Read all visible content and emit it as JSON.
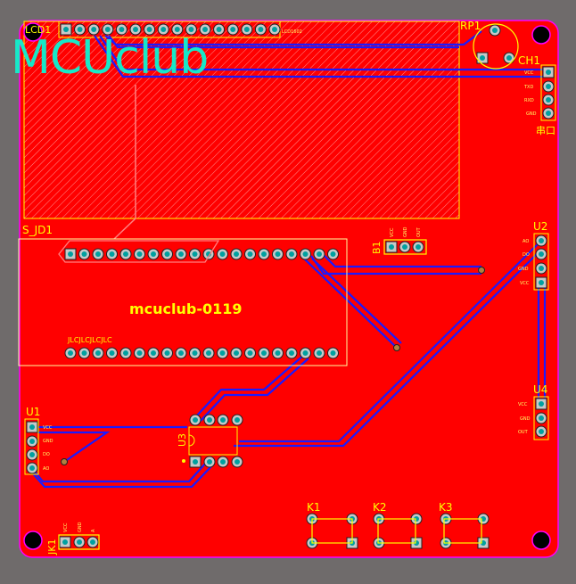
{
  "logo": "MCUclub",
  "board_title": "mcuclub-0119",
  "jlc_mark": "JLCJLCJLCJLC",
  "colors": {
    "board": "#ff0000",
    "silk": "#ffff00",
    "trace": "#1a1aff",
    "outline": "#ff00ff",
    "logo": "#17e8c8",
    "pad": "#c8c8c8",
    "drill": "#00a0a0",
    "background": "#6f6b6b"
  },
  "components": {
    "lcd": {
      "ref": "LCD1",
      "value": "LCD1602"
    },
    "rp1": {
      "ref": "RP1"
    },
    "ch1": {
      "ref": "CH1",
      "pins": [
        "VCC",
        "TXD",
        "RXD",
        "GND"
      ],
      "note": "串口"
    },
    "sjd1": {
      "ref": "S_JD1"
    },
    "b1": {
      "ref": "B1",
      "pins": [
        "VCC",
        "GND",
        "OUT"
      ]
    },
    "u2": {
      "ref": "U2",
      "pins": [
        "AO",
        "DO",
        "GND",
        "VCC"
      ]
    },
    "u4": {
      "ref": "U4",
      "pins": [
        "VCC",
        "GND",
        "OUT"
      ]
    },
    "u1": {
      "ref": "U1",
      "pins": [
        "VCC",
        "GND",
        "DO",
        "AO"
      ]
    },
    "u3": {
      "ref": "U3"
    },
    "k1": {
      "ref": "K1"
    },
    "k2": {
      "ref": "K2"
    },
    "k3": {
      "ref": "K3"
    },
    "jk1": {
      "ref": "JK1",
      "pins": [
        "VCC",
        "GND",
        "A"
      ]
    }
  }
}
